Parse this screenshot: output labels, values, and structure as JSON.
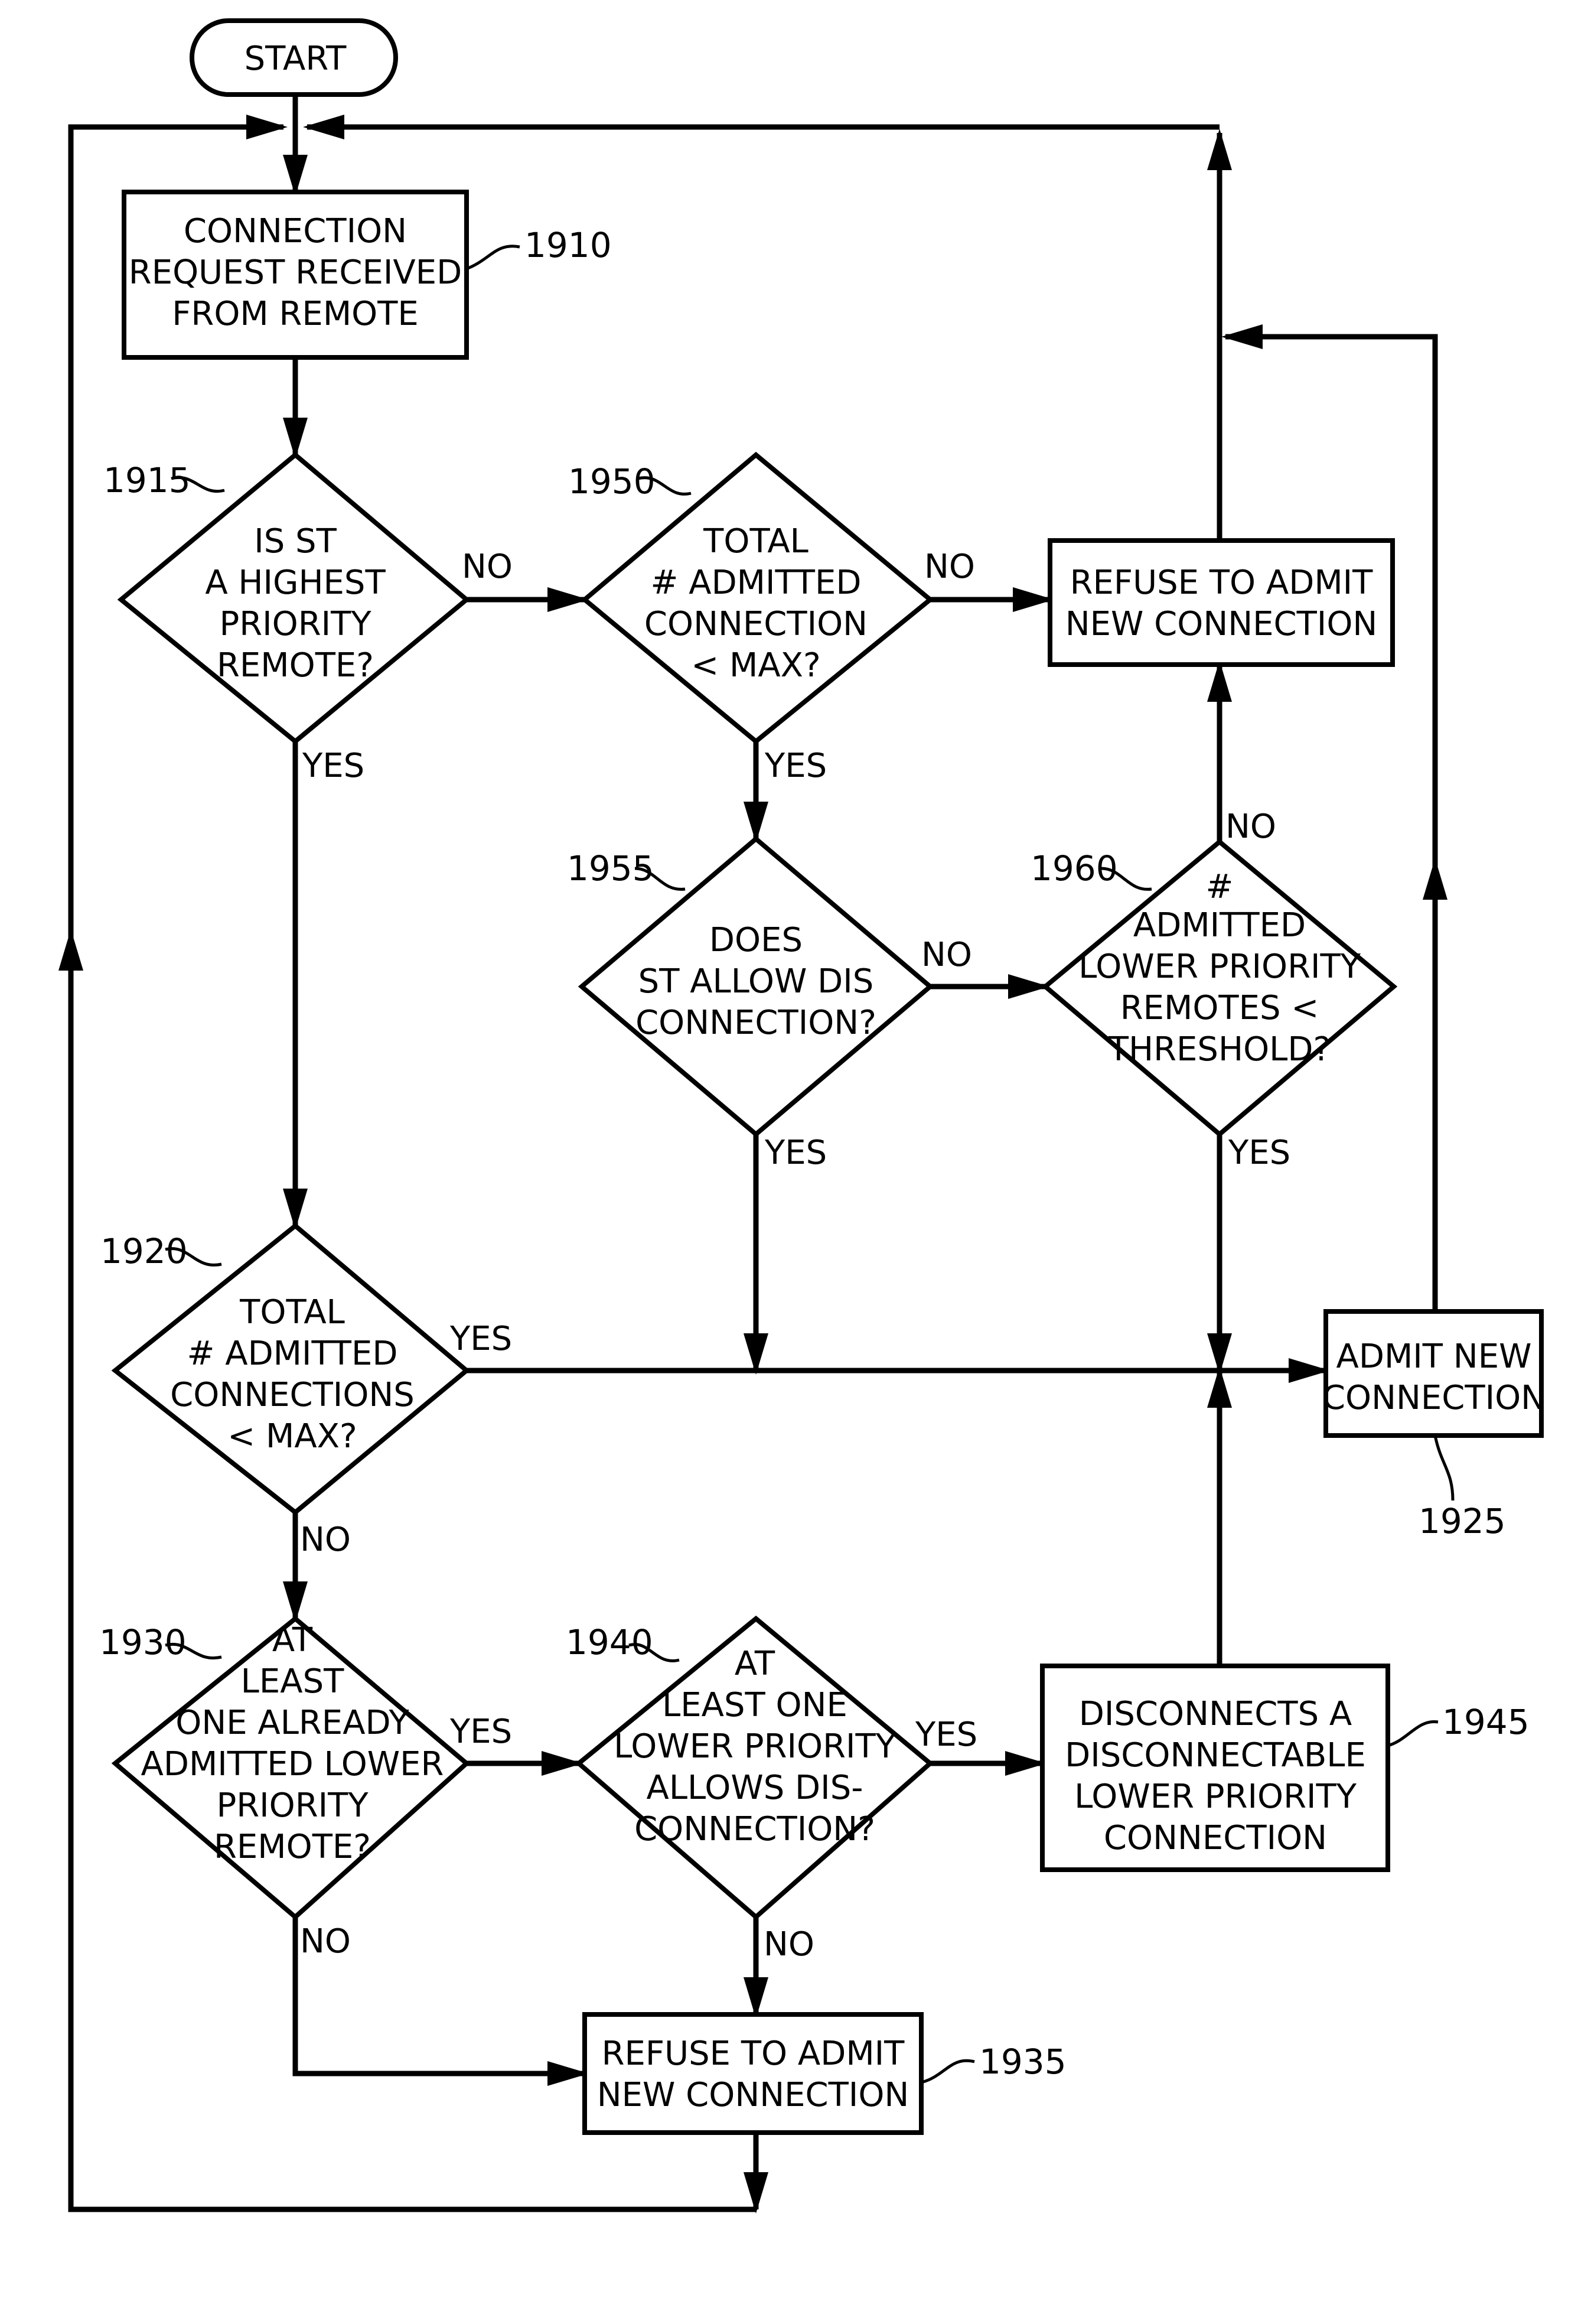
{
  "nodes": {
    "start": {
      "lines": [
        "START"
      ]
    },
    "n1910": {
      "ref": "1910",
      "lines": [
        "CONNECTION",
        "REQUEST RECEIVED",
        "FROM REMOTE"
      ]
    },
    "n1915": {
      "ref": "1915",
      "lines": [
        "IS ST",
        "A HIGHEST",
        "PRIORITY",
        "REMOTE?"
      ]
    },
    "n1950": {
      "ref": "1950",
      "lines": [
        "TOTAL",
        "# ADMITTED",
        "CONNECTION",
        "< MAX?"
      ]
    },
    "refuse_top": {
      "lines": [
        "REFUSE TO ADMIT",
        "NEW CONNECTION"
      ]
    },
    "n1955": {
      "ref": "1955",
      "lines": [
        "DOES",
        "ST ALLOW DIS",
        "CONNECTION?"
      ]
    },
    "n1960": {
      "ref": "1960",
      "lines": [
        "#",
        "ADMITTED",
        "LOWER PRIORITY",
        "REMOTES <",
        "THRESHOLD?"
      ]
    },
    "n1920": {
      "ref": "1920",
      "lines": [
        "TOTAL",
        "# ADMITTED",
        "CONNECTIONS",
        "< MAX?"
      ]
    },
    "n1925": {
      "ref": "1925",
      "lines": [
        "ADMIT NEW",
        "CONNECTION"
      ]
    },
    "n1930": {
      "ref": "1930",
      "lines": [
        "AT",
        "LEAST",
        "ONE ALREADY",
        "ADMITTED LOWER",
        "PRIORITY",
        "REMOTE?"
      ]
    },
    "n1940": {
      "ref": "1940",
      "lines": [
        "AT",
        "LEAST ONE",
        "LOWER PRIORITY",
        "ALLOWS DIS-",
        "CONNECTION?"
      ]
    },
    "n1945": {
      "ref": "1945",
      "lines": [
        "DISCONNECTS A",
        "DISCONNECTABLE",
        "LOWER PRIORITY",
        "CONNECTION"
      ]
    },
    "n1935": {
      "ref": "1935",
      "lines": [
        "REFUSE TO ADMIT",
        "NEW CONNECTION"
      ]
    }
  },
  "edge_labels": {
    "e1915_no": "NO",
    "e1915_yes": "YES",
    "e1950_no": "NO",
    "e1950_yes": "YES",
    "e1955_no": "NO",
    "e1955_yes": "YES",
    "e1960_no": "NO",
    "e1960_yes": "YES",
    "e1920_yes": "YES",
    "e1920_no": "NO",
    "e1930_yes": "YES",
    "e1930_no": "NO",
    "e1940_yes": "YES",
    "e1940_no": "NO"
  }
}
